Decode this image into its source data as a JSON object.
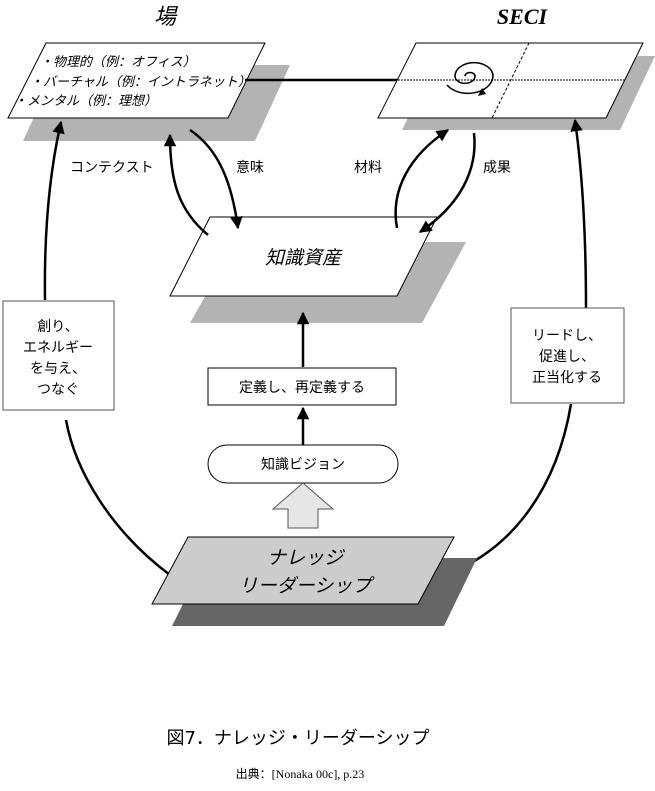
{
  "diagram": {
    "ba_title": "場",
    "seci_title": "SECI",
    "ba_items": [
      "・物理的（例：オフィス）",
      "・バーチャル（例：イントラネット）",
      "・メンタル（例：理想）"
    ],
    "knowledge_assets": "知識資産",
    "edge_labels": {
      "context": "コンテクスト",
      "meaning": "意味",
      "materials": "材料",
      "outcomes": "成果"
    },
    "left_box": [
      "創り、",
      "エネルギー",
      "を与え、",
      "つなぐ"
    ],
    "right_box": [
      "リードし、",
      "促進し、",
      "正当化する"
    ],
    "define_box": "定義し、再定義する",
    "vision_box": "知識ビジョン",
    "leadership": [
      "ナレッジ",
      "リーダーシップ"
    ],
    "colors": {
      "shadow": "#b3b3b3",
      "leadership_fill": "#cccccc",
      "leadership_shadow": "#666666",
      "big_arrow_fill": "#e6e6e6"
    }
  },
  "caption": {
    "title": "図7．ナレッジ・リーダーシップ",
    "source": "出典：[Nonaka 00c], p.23"
  }
}
